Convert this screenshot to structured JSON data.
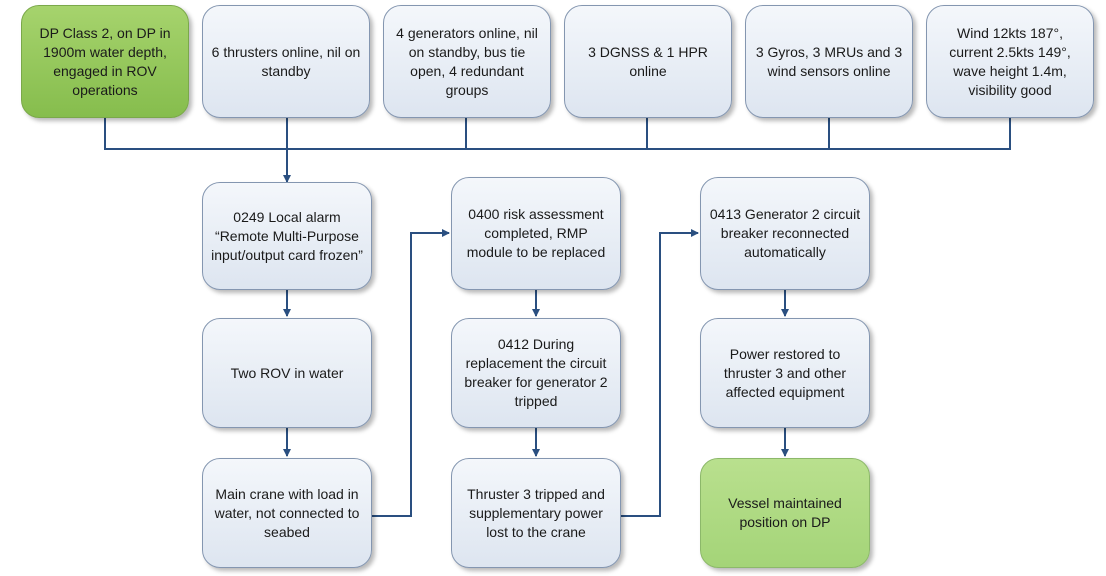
{
  "colors": {
    "connector": "#2a4f80",
    "box_fill": "#dde5f0",
    "start_fill": "#8dc255",
    "end_fill": "#a9d77d"
  },
  "top_row": [
    {
      "text": "DP Class 2, on DP in 1900m water  depth, engaged in ROV operations"
    },
    {
      "text": "6 thrusters online, nil on standby"
    },
    {
      "text": "4 generators online, nil on standby, bus tie open, 4 redundant groups"
    },
    {
      "text": "3 DGNSS & 1 HPR online"
    },
    {
      "text": "3 Gyros, 3 MRUs and 3 wind sensors online"
    },
    {
      "text": "Wind 12kts 187°, current 2.5kts 149°, wave height 1.4m, visibility good"
    }
  ],
  "column_1": [
    {
      "text": "0249 Local alarm “Remote Multi-Purpose input/output card frozen”"
    },
    {
      "text": "Two ROV in water"
    },
    {
      "text": "Main crane with load in water, not connected to seabed"
    }
  ],
  "column_2": [
    {
      "text": "0400 risk assessment completed, RMP module to be replaced"
    },
    {
      "text": "0412 During replacement the circuit breaker for generator 2 tripped"
    },
    {
      "text": "Thruster 3 tripped and supplementary power lost to the crane"
    }
  ],
  "column_3": [
    {
      "text": "0413 Generator 2 circuit breaker reconnected automatically"
    },
    {
      "text": "Power restored to thruster 3 and other affected equipment"
    },
    {
      "text": "Vessel maintained position on DP"
    }
  ]
}
